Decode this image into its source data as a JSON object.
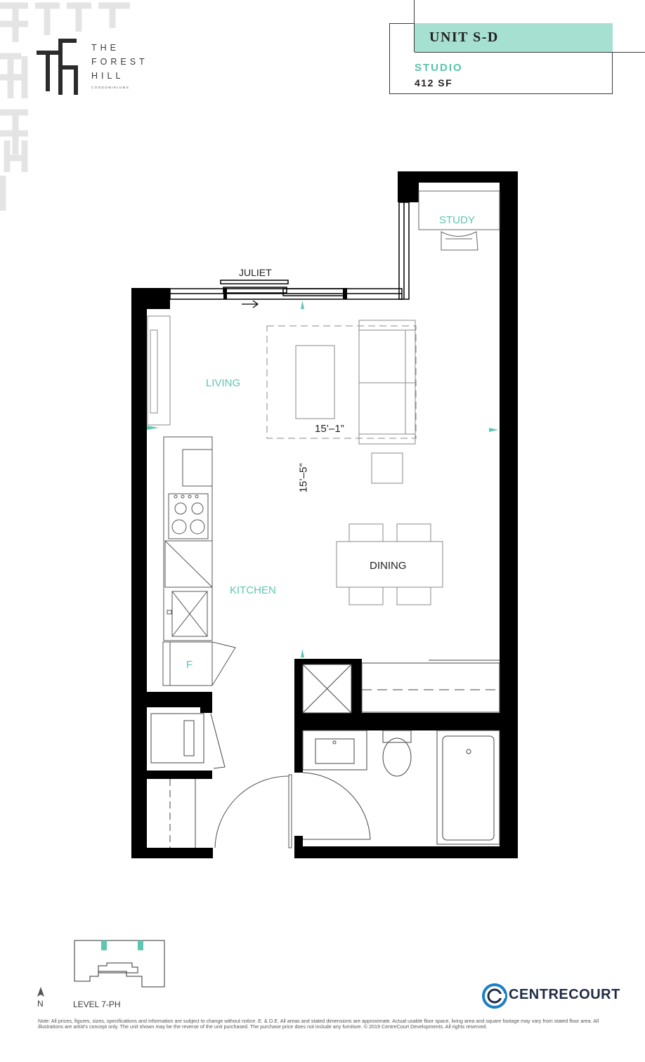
{
  "brand": {
    "logo_initials": "TFH",
    "name_line1": "THE",
    "name_line2": "FOREST",
    "name_line3": "HILL",
    "name_sub": "CONDOMINIUMS"
  },
  "unit": {
    "title": "UNIT S-D",
    "type": "STUDIO",
    "area": "412 SF"
  },
  "rooms": {
    "study": "STUDY",
    "juliet": "JULIET",
    "living": "LIVING",
    "kitchen": "KITCHEN",
    "dining": "DINING",
    "fridge": "F"
  },
  "dimensions": {
    "width": "15’–1”",
    "length": "15’–5”"
  },
  "keyplan": {
    "north": "N",
    "level": "LEVEL 7-PH"
  },
  "developer": {
    "name": "CENTRECOURT"
  },
  "colors": {
    "accent": "#5ec6b1",
    "accent_band": "#a5e0d1",
    "wall": "#000000",
    "brand_blue": "#1a7fc4"
  },
  "footnote": "Note: All prices, figures, sizes, specifications and information are subject to change without notice. E. & O.E. All areas and stated dimensions are approximate. Actual usable floor space, living area and square footage may vary from stated floor area. All illustrations are artist’s concept only. The unit shown may be the reverse of the unit purchased. The purchase price does not include any furniture. © 2019 CentreCourt Developments. All rights reserved."
}
